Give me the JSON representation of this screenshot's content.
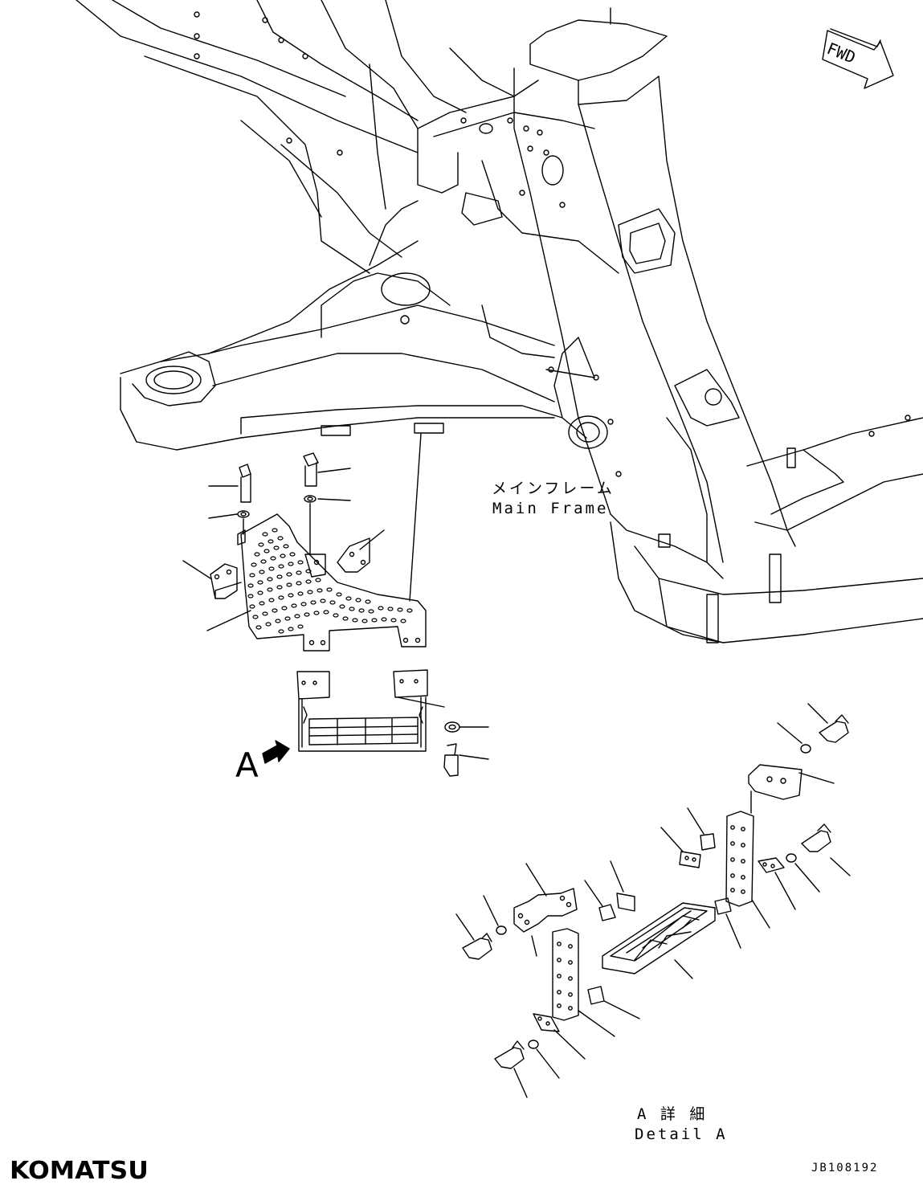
{
  "labels": {
    "main_frame_ja": "メインフレーム",
    "main_frame_en": "Main Frame",
    "detail_ja": "A 詳 細",
    "detail_en": "Detail A",
    "view_marker": "A",
    "forward": "FWD",
    "brand": "KOMATSU",
    "drawing_code": "JB108192"
  }
}
